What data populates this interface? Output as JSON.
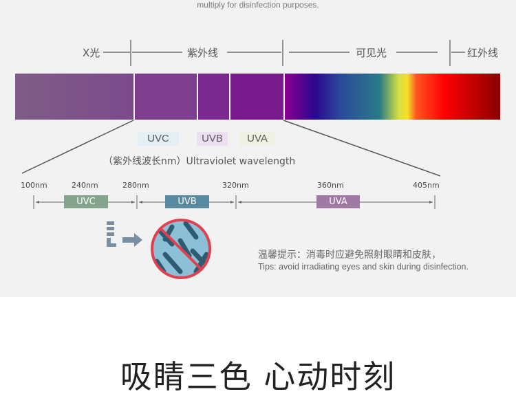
{
  "caption": "multiply for disinfection purposes.",
  "regions": {
    "xray": "X光",
    "uv": "紫外线",
    "visible": "可见光",
    "ir": "红外线"
  },
  "legend": {
    "uvc": "UVC",
    "uvb": "UVB",
    "uva": "UVA"
  },
  "wavelength_label": "（紫外线波长nm）Ultraviolet wavelength",
  "scale": {
    "ticks": [
      "100nm",
      "240nm",
      "280nm",
      "320nm",
      "360nm",
      "405nm"
    ],
    "bands": {
      "uvc": "UVC",
      "uvb": "UVB",
      "uva": "UVA"
    }
  },
  "tips": {
    "zh": "温馨提示：消毒时应避免照射眼睛和皮肤，",
    "en": "Tips: avoid irradiating eyes and skin during disinfection."
  },
  "title": "吸睛三色 心动时刻",
  "colors": {
    "uvc": "#84a48e",
    "uvb": "#5a8aa0",
    "uva": "#a07aa5",
    "ring": "#e04050"
  }
}
